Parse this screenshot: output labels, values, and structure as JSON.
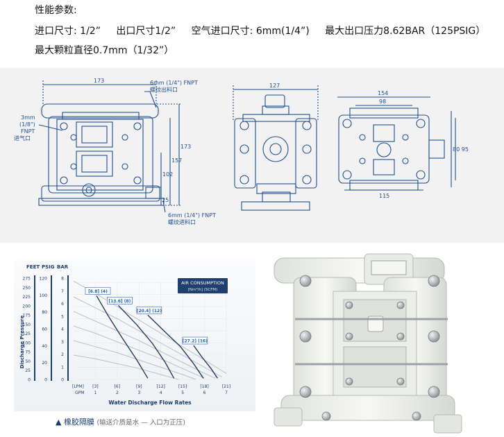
{
  "spec": {
    "heading": "性能参数:",
    "line2": [
      "进口尺寸: 1/2”",
      "出口尺寸1/2”",
      "空气进口尺寸: 6mm(1/4”)",
      "最大出口压力8.62BAR（125PSIG）"
    ],
    "line3": "最大颗粒直径0.7mm（1/32”）"
  },
  "drawing_front": {
    "dim_width": "173",
    "dim_height_total": "173",
    "dim_height_mid": "157",
    "dim_height_low": "102",
    "dim_base": "25",
    "outlet_label_1": "6mm (1/4\") FNPT",
    "outlet_label_2": "螺纹出料口",
    "air_label_1": "3mm",
    "air_label_2": "(1/8\")",
    "air_label_3": "FNPT",
    "air_label_4": "进气口",
    "inlet_label_1": "6mm (1/4\") FNPT",
    "inlet_label_2": "螺纹进料口"
  },
  "drawing_side": {
    "dim_width": "127"
  },
  "drawing_top": {
    "dim_154": "154",
    "dim_98": "98",
    "dim_115": "115",
    "dim_right": "80 95"
  },
  "chart_data": {
    "type": "line",
    "title": "",
    "xlabel": "Water Discharge Flow Rates",
    "ylabel": "Discharge Pressure",
    "y_units": [
      "FEET",
      "PSIG",
      "BAR"
    ],
    "feet_ticks": [
      "275",
      "250",
      "225",
      "200",
      "175",
      "150",
      "125",
      "100",
      "75",
      "50",
      "25",
      "0"
    ],
    "psig_ticks": [
      "120",
      "100",
      "80",
      "60",
      "40",
      "20",
      "0"
    ],
    "bar_ticks": [
      "8",
      "7",
      "6",
      "5",
      "4",
      "3",
      "2",
      "1",
      "0"
    ],
    "x_lpm_unit": "[LPM]",
    "x_lpm_ticks": [
      "[3]",
      "[6]",
      "[9]",
      "[12]",
      "[15]",
      "[18]",
      "[21]"
    ],
    "x_gpm_unit": "GPM",
    "x_gpm_ticks": [
      "1",
      "2",
      "3",
      "4",
      "5",
      "6",
      "7"
    ],
    "xlim": [
      0,
      7
    ],
    "ylim_bar": [
      0,
      8
    ],
    "legend_title_1": "AIR CONSUMPTION",
    "legend_title_2": "[Nm³/h] (SCFM)",
    "air_labels": [
      "[6.8] (4)",
      "[13.6] (8)",
      "[20.4] (12)",
      "[27.2] (16)"
    ],
    "pressure_curves": [
      {
        "x": [
          0,
          1,
          2,
          3,
          4,
          5,
          6,
          7
        ],
        "y": [
          8.1,
          7.1,
          6.0,
          4.9,
          3.8,
          2.7,
          1.6,
          0.5
        ]
      },
      {
        "x": [
          0,
          1,
          2,
          3,
          4,
          5,
          6,
          6.8
        ],
        "y": [
          6.8,
          5.9,
          5.0,
          4.0,
          3.0,
          2.0,
          1.0,
          0.2
        ]
      },
      {
        "x": [
          0,
          1,
          2,
          3,
          4,
          5,
          6,
          6.5
        ],
        "y": [
          5.6,
          4.8,
          4.0,
          3.2,
          2.3,
          1.4,
          0.5,
          0.1
        ]
      },
      {
        "x": [
          0,
          1,
          2,
          3,
          4,
          5,
          6
        ],
        "y": [
          4.4,
          3.8,
          3.1,
          2.4,
          1.7,
          0.9,
          0.1
        ]
      },
      {
        "x": [
          0,
          1,
          2,
          3,
          4,
          5,
          5.6
        ],
        "y": [
          3.2,
          2.7,
          2.2,
          1.6,
          1.0,
          0.4,
          0.0
        ]
      },
      {
        "x": [
          0,
          1,
          2,
          3,
          4,
          4.8
        ],
        "y": [
          2.0,
          1.7,
          1.3,
          0.9,
          0.4,
          0.0
        ]
      }
    ],
    "air_curves": [
      {
        "name": "[6.8] (4)",
        "x": [
          1.05,
          1.6,
          2.2,
          2.9,
          3.4
        ],
        "y": [
          6.9,
          5.2,
          3.5,
          1.6,
          0.1
        ]
      },
      {
        "name": "[13.6] (8)",
        "x": [
          2.05,
          2.9,
          3.6,
          4.2,
          4.6
        ],
        "y": [
          6.1,
          4.5,
          3.0,
          1.4,
          0.1
        ]
      },
      {
        "name": "[20.4] (12)",
        "x": [
          3.4,
          4.2,
          4.9,
          5.5,
          5.95
        ],
        "y": [
          5.3,
          3.9,
          2.7,
          1.3,
          0.1
        ]
      },
      {
        "name": "[27.2] (16)",
        "x": [
          5.5,
          5.9,
          6.3,
          6.6
        ],
        "y": [
          2.8,
          1.8,
          0.9,
          0.1
        ]
      }
    ]
  },
  "caption": {
    "marker": "▲",
    "main": "橡胶隔膜",
    "sub": "(输送介质是水 — 入口为正压)"
  },
  "colors": {
    "drawing_line": "#1d4f8f",
    "chart_axis": "#1a3c6e",
    "air_curve": "#253a5e",
    "pressure_curve": "#b8c0c8",
    "label_box": "#1f63b3",
    "pump_body": "#f1f2ee",
    "bolts": "#a0a4a8"
  }
}
